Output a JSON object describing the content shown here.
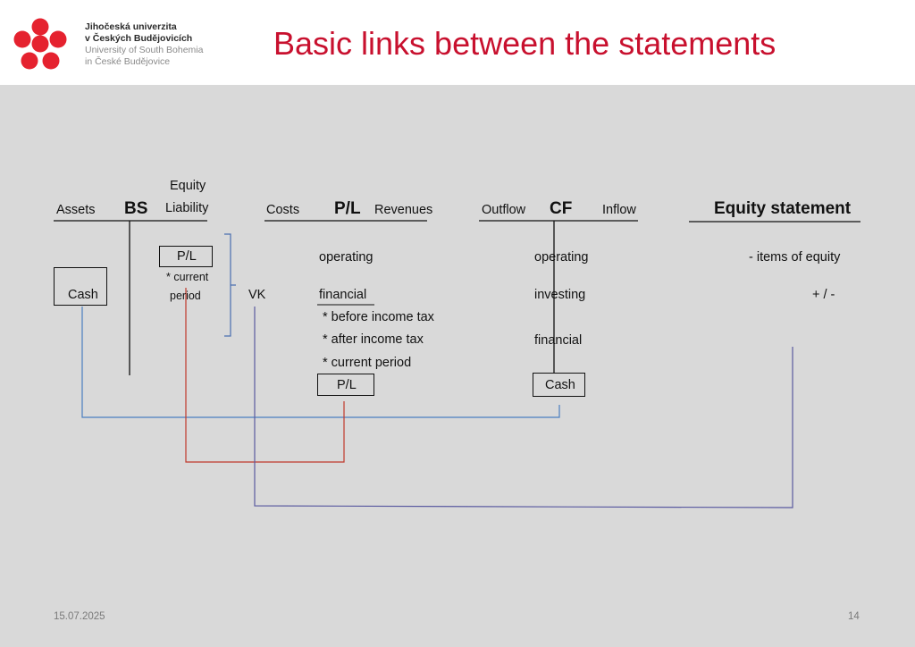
{
  "header": {
    "logo": {
      "line1": "Jihočeská univerzita",
      "line2": "v Českých Budějovicích",
      "line3": "University of South Bohemia",
      "line4": "in České Budějovice"
    },
    "title": "Basic links between the statements"
  },
  "diagram": {
    "bs": {
      "left": "Assets",
      "heading": "BS",
      "right_top": "Equity",
      "right_bottom": "Liability",
      "cash_box": "Cash",
      "pl_box": "P/L",
      "current_line1": "* current",
      "current_line2": "period"
    },
    "pl": {
      "left": "Costs",
      "heading": "P/L",
      "right": "Revenues",
      "vk": "VK",
      "operating": "operating",
      "financial": "financial",
      "before_tax": "* before income tax",
      "after_tax": "* after income tax",
      "current_period": "* current period",
      "pl_box": "P/L"
    },
    "cf": {
      "left": "Outflow",
      "heading": "CF",
      "right": "Inflow",
      "operating": "operating",
      "investing": "investing",
      "financial": "financial",
      "cash_box": "Cash"
    },
    "equity": {
      "heading": "Equity statement",
      "items": "- items of equity",
      "plusminus": "+ / -"
    }
  },
  "footer": {
    "date": "15.07.2025",
    "page": "14"
  },
  "colors": {
    "title": "#c8102e",
    "logo": "#e5222f",
    "blue_link": "#4a7fc1",
    "red_link": "#c0392b",
    "purple_link": "#5a5aa0"
  }
}
